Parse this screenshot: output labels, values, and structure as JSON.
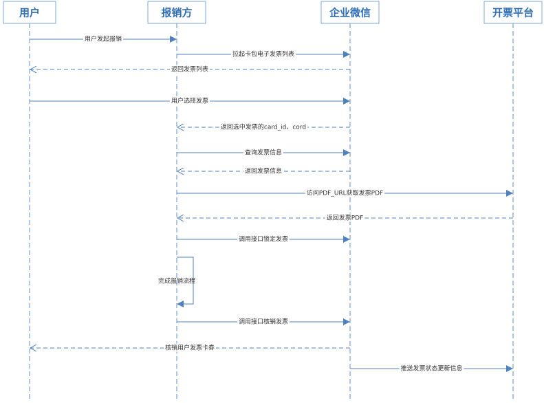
{
  "actors": [
    {
      "id": "user",
      "label": "用户"
    },
    {
      "id": "reimburser",
      "label": "报销方"
    },
    {
      "id": "wecom",
      "label": "企业微信"
    },
    {
      "id": "invoice",
      "label": "开票平台"
    }
  ],
  "messages": [
    {
      "from": "user",
      "to": "reimburser",
      "style": "solid",
      "label": "用户发起报销"
    },
    {
      "from": "reimburser",
      "to": "wecom",
      "style": "solid",
      "label": "拉起卡包电子发票列表"
    },
    {
      "from": "wecom",
      "to": "user",
      "style": "dashed",
      "label": "返回发票列表"
    },
    {
      "from": "user",
      "to": "wecom",
      "style": "solid",
      "label": "用户选择发票"
    },
    {
      "from": "wecom",
      "to": "reimburser",
      "style": "dashed",
      "label": "返回选中发票的card_id、cord"
    },
    {
      "from": "reimburser",
      "to": "wecom",
      "style": "solid",
      "label": "查询发票信息"
    },
    {
      "from": "wecom",
      "to": "reimburser",
      "style": "dashed",
      "label": "返回发票信息"
    },
    {
      "from": "reimburser",
      "to": "invoice",
      "style": "solid",
      "label": "访问PDF_URL获取发票PDF"
    },
    {
      "from": "invoice",
      "to": "reimburser",
      "style": "dashed",
      "label": "返回发票PDF"
    },
    {
      "from": "reimburser",
      "to": "wecom",
      "style": "solid",
      "label": "调用接口锁定发票"
    },
    {
      "from": "reimburser",
      "to": "reimburser",
      "style": "self",
      "label": "完成报销流程"
    },
    {
      "from": "reimburser",
      "to": "wecom",
      "style": "solid",
      "label": "调用接口核销发票"
    },
    {
      "from": "wecom",
      "to": "user",
      "style": "dashed",
      "label": "核销用户发票卡券"
    },
    {
      "from": "wecom",
      "to": "invoice",
      "style": "solid",
      "label": "推送发票状态更新信息"
    }
  ]
}
